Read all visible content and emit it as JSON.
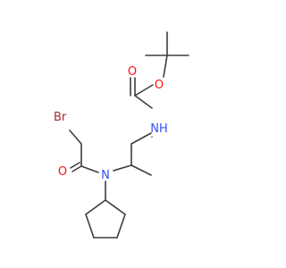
{
  "molecule": {
    "atoms": {
      "bromine": {
        "symbol": "Br",
        "color": "#a52a2a"
      },
      "carbonyl_o_1": {
        "symbol": "O",
        "color": "#ff0d0d"
      },
      "carbamate_o": {
        "symbol": "O",
        "color": "#ff0d0d"
      },
      "carbonyl_o_2": {
        "symbol": "O",
        "color": "#ff0d0d"
      },
      "amide_n": {
        "symbol": "N",
        "color": "#3050f8"
      },
      "carbamate_n": {
        "symbol": "N",
        "symbol_suffix": "H",
        "color": "#3050f8"
      }
    },
    "bond_color": "#3d3d3d"
  }
}
